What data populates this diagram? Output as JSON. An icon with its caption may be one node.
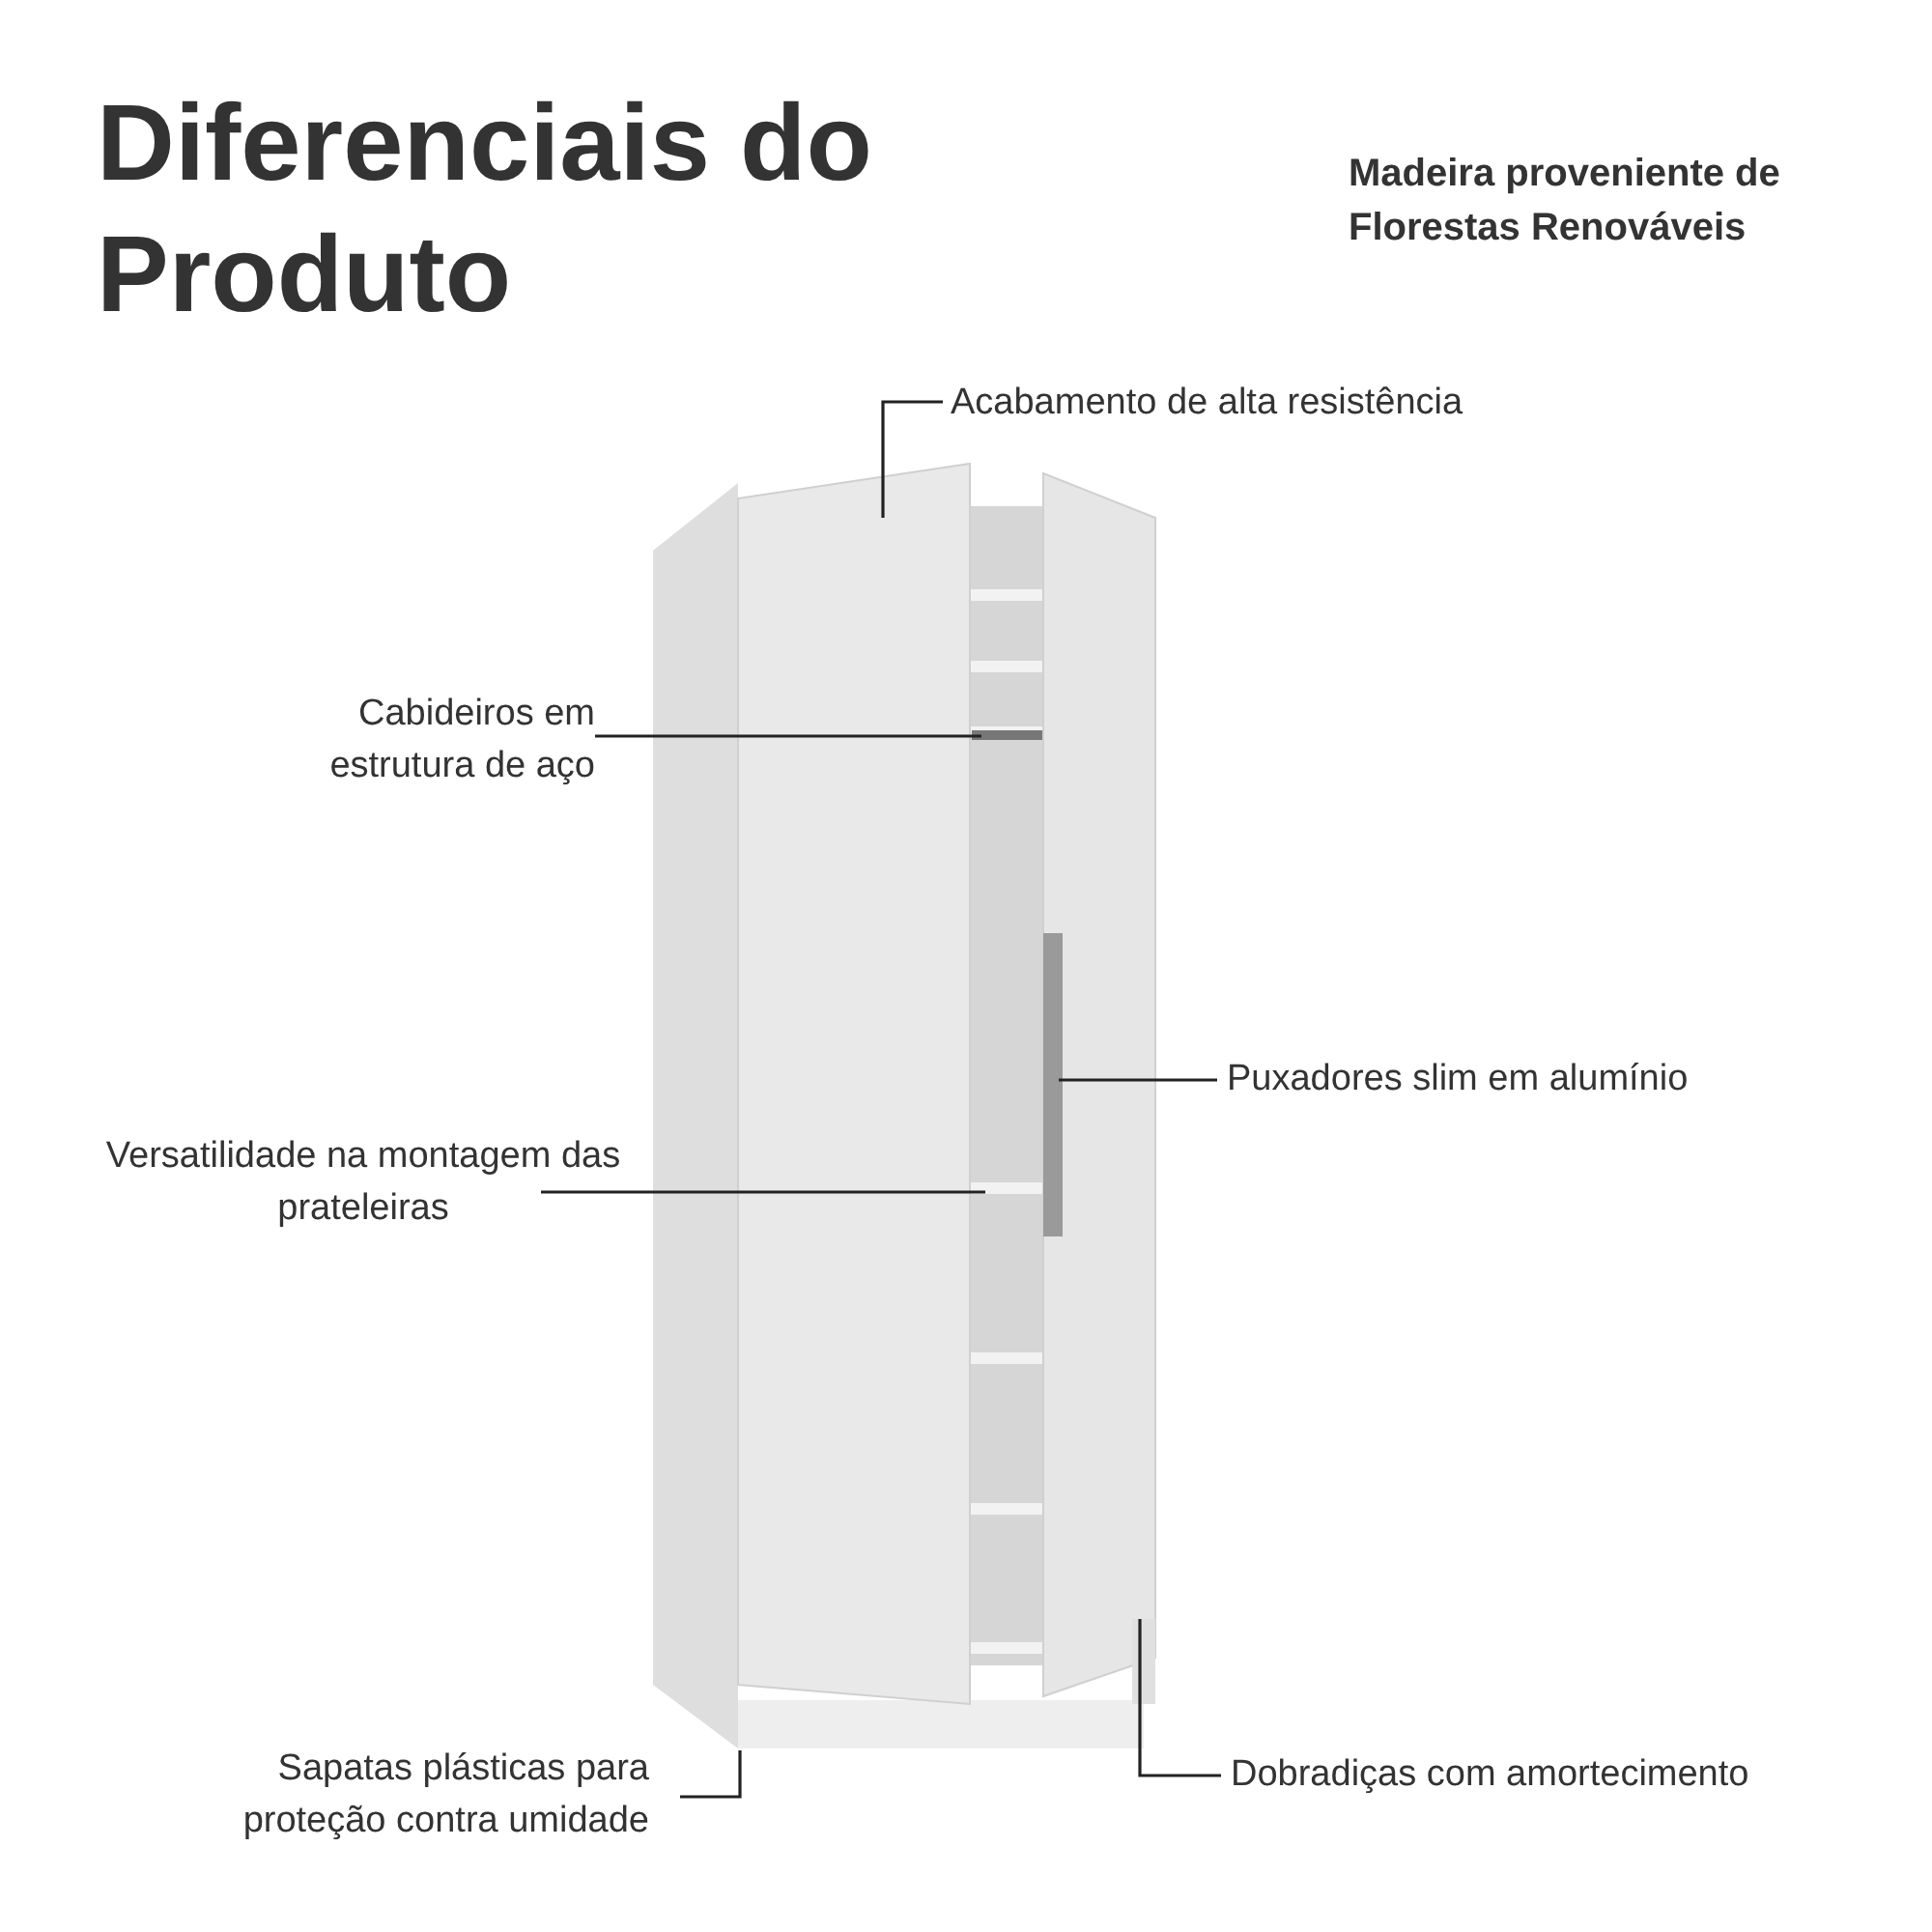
{
  "diagram": {
    "title": "Diferenciais do Produto",
    "nodes": [
      {
        "text": [
          "Acabamento de alta resistência"
        ]
      },
      {
        "text": [
          "Cabideiros em estrutura de aço"
        ]
      },
      {
        "text": [
          "Puxadores slim em alumínio"
        ]
      },
      {
        "text": [
          "Versatilidade na montagem das prateleiras"
        ]
      },
      {
        "text": [
          "Sapatas plásticas para proteção contra umidade"
        ]
      },
      {
        "text": [
          "Dobradiças com amortecimento"
        ]
      }
    ],
    "edges": [
      {
        "from": 0,
        "to": null,
        "arrow": "none"
      },
      {
        "from": 1,
        "to": null,
        "arrow": "none"
      },
      {
        "from": 2,
        "to": null,
        "arrow": "none"
      },
      {
        "from": 3,
        "to": null,
        "arrow": "none"
      },
      {
        "from": 4,
        "to": null,
        "arrow": "none"
      },
      {
        "from": 5,
        "to": null,
        "arrow": "none"
      }
    ],
    "labels": [
      "Madeira proveniente de Florestas Renováveis"
    ]
  }
}
